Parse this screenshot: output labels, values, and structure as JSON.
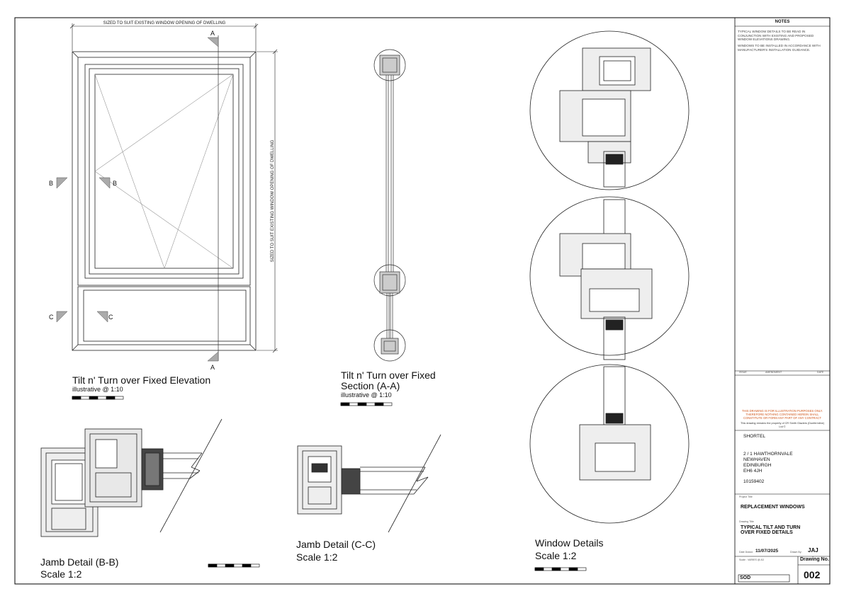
{
  "elevation": {
    "title": "Tilt n' Turn over Fixed Elevation",
    "scale": "illustrative @ 1:10",
    "dim_top": "SIZED TO SUIT EXISTING WINDOW OPENING OF DWELLING",
    "dim_side": "SIZED TO SUIT EXISTING WINDOW OPENING OF DWELLING",
    "section_labels": {
      "a_top": "A",
      "a_bottom": "A",
      "b_left": "B",
      "b_right": "B",
      "c_left": "C",
      "c_right": "C"
    }
  },
  "section_aa": {
    "title_line1": "Tilt n' Turn over Fixed",
    "title_line2": "Section (A-A)",
    "scale": "illustrative @ 1:10"
  },
  "jamb_bb": {
    "title": "Jamb Detail (B-B)",
    "scale": "Scale 1:2"
  },
  "jamb_cc": {
    "title": "Jamb Detail (C-C)",
    "scale": "Scale 1:2"
  },
  "window_details": {
    "title": "Window Details",
    "scale": "Scale 1:2"
  },
  "title_block": {
    "notes_header": "NOTES",
    "notes": [
      "TYPICAL WINDOW DETAILS TO BE READ IN CONJUNCTION WITH EXISTING AND PROPOSED WINDOW ELEVATIONS DRAWING.",
      "WINDOWS TO BE INSTALLED IN ACCORDANCE WITH MANUFACTURER'S INSTALLATION GUIDANCE."
    ],
    "revision_cols": [
      "ISSUE",
      "AMENDMENT",
      "DATE"
    ],
    "disclaimer": "THIS DRAWING IS FOR ILLUSTRATION PURPOSES ONLY. THEREFORE NOTHING CONTAINED HEREIN SHALL CONSTITUTE OR FORM ANY PART OF ANY CONTRACT",
    "property_note": "This drawing remains the property of CR Smith Glaziers (Dunfermline) Ltd ©",
    "client": "SHORTEL",
    "address": [
      "2 / 1 HAWTHORNVALE",
      "NEWHAVEN",
      "EDINBURGH",
      "EH6 4JH"
    ],
    "ref": "10159402",
    "project_label": "Project Title",
    "project_title": "REPLACEMENT WINDOWS",
    "drawing_label": "Drawing Title",
    "drawing_title_1": "TYPICAL TILT AND TURN",
    "drawing_title_2": "OVER FIXED DETAILS",
    "date_label": "Date Drawn:",
    "date": "11/07/2025",
    "drawn_label": "Drawn By:",
    "drawn_by": "JAJ",
    "scale_label": "Scale : VARIES @ A3",
    "status": "SOD",
    "drawing_no_label": "Drawing No.",
    "drawing_no": "002"
  }
}
